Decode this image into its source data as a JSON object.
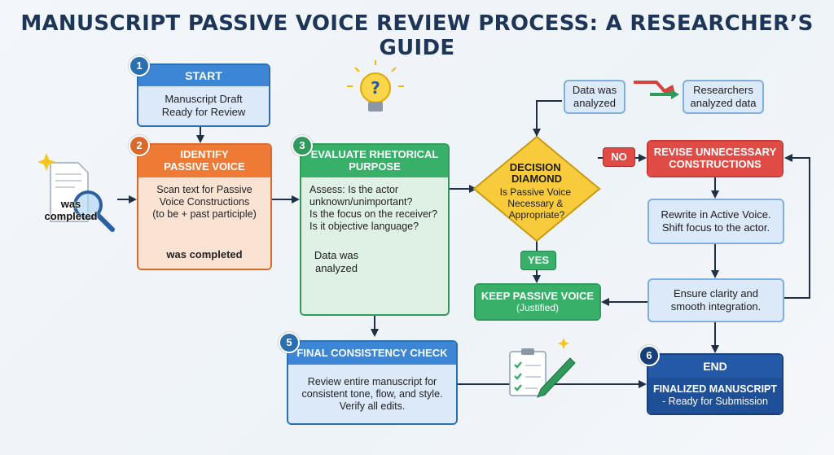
{
  "title": "MANUSCRIPT PASSIVE VOICE REVIEW PROCESS: A RESEARCHER’S GUIDE",
  "steps": {
    "start": {
      "num": "1",
      "header": "START",
      "lines": [
        "Manuscript Draft",
        "Ready for Review"
      ]
    },
    "identify": {
      "num": "2",
      "header_lines": [
        "IDENTIFY",
        "PASSIVE VOICE"
      ],
      "lines": [
        "Scan text for Passive",
        "Voice Constructions",
        "(to be + past participle)"
      ],
      "example": "was completed"
    },
    "evaluate": {
      "num": "3",
      "header_lines": [
        "EVALUATE RHETORICAL",
        "PURPOSE"
      ],
      "lines": [
        "Assess: Is the actor",
        "unknown/unimportant?",
        "Is the focus on the receiver?",
        "Is it objective language?"
      ],
      "example_lines": [
        "Data was",
        "analyzed"
      ]
    },
    "decision": {
      "lines": [
        "DECISION",
        "DIAMOND"
      ],
      "question_lines": [
        "Is Passive Voice",
        "Necessary &",
        "Appropriate?"
      ]
    },
    "revise": {
      "header_lines": [
        "REVISE UNNECESSARY",
        "CONSTRUCTIONS"
      ]
    },
    "rewrite": {
      "lines": [
        "Rewrite in Active Voice.",
        "Shift focus to the actor."
      ]
    },
    "ensure": {
      "lines": [
        "Ensure clarity and",
        "smooth integration."
      ]
    },
    "keep": {
      "header": "KEEP PASSIVE VOICE",
      "sub": "(Justified)"
    },
    "final": {
      "num": "5",
      "header": "FINAL CONSISTENCY CHECK",
      "lines": [
        "Review entire manuscript for",
        "consistent tone, flow, and style.",
        "Verify all edits."
      ]
    },
    "end": {
      "num": "6",
      "header": "END",
      "lines": [
        "FINALIZED MANUSCRIPT",
        "- Ready for Submission"
      ]
    }
  },
  "example_left": [
    "was",
    "completed"
  ],
  "transform": {
    "before_lines": [
      "Data was",
      "analyzed"
    ],
    "after_lines": [
      "Researchers",
      "analyzed data"
    ]
  },
  "labels": {
    "no": "NO",
    "yes": "YES"
  },
  "colors": {
    "blue": "#3d86d6",
    "orange": "#ef7a36",
    "green": "#38b06a",
    "red": "#e04b45",
    "navy": "#1d3557",
    "yellow": "#f5c518"
  }
}
